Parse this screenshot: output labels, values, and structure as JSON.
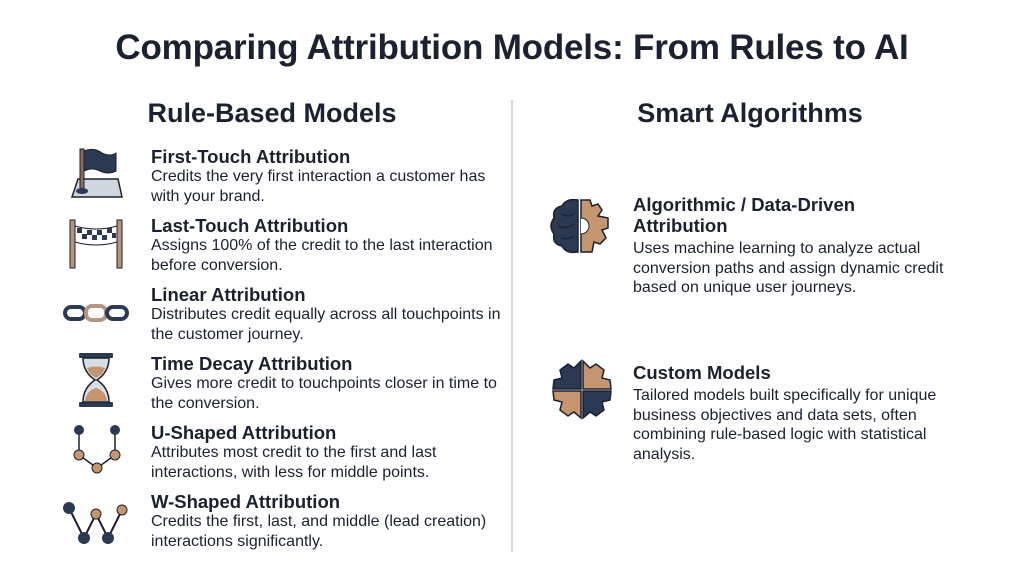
{
  "title": "Comparing Attribution Models: From Rules to AI",
  "colors": {
    "navy": "#2b3a52",
    "tan": "#c4956e",
    "text": "#1b2130"
  },
  "rule_based": {
    "heading": "Rule-Based Models",
    "items": [
      {
        "icon": "flag-icon",
        "title": "First-Touch Attribution",
        "desc": "Credits the very first interaction a customer has with your brand."
      },
      {
        "icon": "finish-line-icon",
        "title": "Last-Touch Attribution",
        "desc": "Assigns 100% of the credit to the last interaction before conversion."
      },
      {
        "icon": "chain-icon",
        "title": "Linear Attribution",
        "desc": "Distributes credit equally across all touchpoints in the customer journey."
      },
      {
        "icon": "hourglass-icon",
        "title": "Time Decay Attribution",
        "desc": "Gives more credit to touchpoints closer in time to the conversion."
      },
      {
        "icon": "u-shape-icon",
        "title": "U-Shaped Attribution",
        "desc": "Attributes most credit to the first and last interactions, with less for middle points."
      },
      {
        "icon": "w-shape-icon",
        "title": "W-Shaped Attribution",
        "desc": "Credits the first, last, and middle (lead creation) interactions significantly."
      }
    ]
  },
  "smart": {
    "heading": "Smart Algorithms",
    "items": [
      {
        "icon": "brain-gear-icon",
        "title": "Algorithmic / Data-Driven Attribution",
        "desc": "Uses machine learning to analyze actual conversion paths and assign dynamic credit based on unique user journeys."
      },
      {
        "icon": "puzzle-gear-icon",
        "title": "Custom Models",
        "desc": "Tailored models built specifically for unique business objectives and data sets, often combining rule-based logic with statistical analysis."
      }
    ]
  }
}
